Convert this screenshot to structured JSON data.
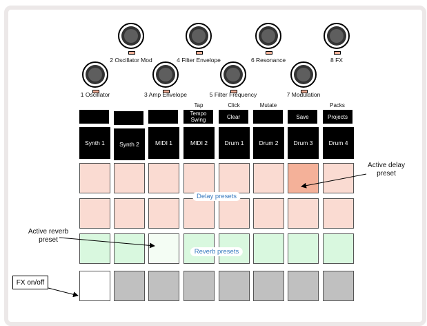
{
  "knobs": [
    {
      "label": "2 Oscillator Mod"
    },
    {
      "label": "4 Filter Envelope"
    },
    {
      "label": "6 Resonance"
    },
    {
      "label": "8 FX"
    },
    {
      "label": "1 Oscillator"
    },
    {
      "label": "3 Amp Envelope"
    },
    {
      "label": "5 Filter Frequency"
    },
    {
      "label": "7 Modulation"
    }
  ],
  "function_labels": {
    "tap": "Tap",
    "click": "Click",
    "mutate": "Mutate",
    "packs": "Packs"
  },
  "function_buttons": [
    {
      "label": ""
    },
    {
      "label": ""
    },
    {
      "label": ""
    },
    {
      "label": "Tempo\nSwing"
    },
    {
      "label": "Clear"
    },
    {
      "label": ""
    },
    {
      "label": "Save"
    },
    {
      "label": "Projects"
    }
  ],
  "tracks": [
    "Synth 1",
    "Synth 2",
    "MIDI 1",
    "MIDI 2",
    "Drum 1",
    "Drum 2",
    "Drum 3",
    "Drum 4"
  ],
  "pad_colors": {
    "delay": "#fadbd2",
    "delay_active": "#f4b199",
    "reverb": "#d9f8df",
    "reverb_active": "#f4fdf4",
    "fx_off": "#c0c0c0",
    "fx_on": "#ffffff"
  },
  "labels": {
    "delay_presets": "Delay presets",
    "reverb_presets": "Reverb presets"
  },
  "callouts": {
    "active_delay": "Active delay\npreset",
    "active_reverb": "Active reverb\npreset",
    "fx_onoff": "FX on/off"
  }
}
